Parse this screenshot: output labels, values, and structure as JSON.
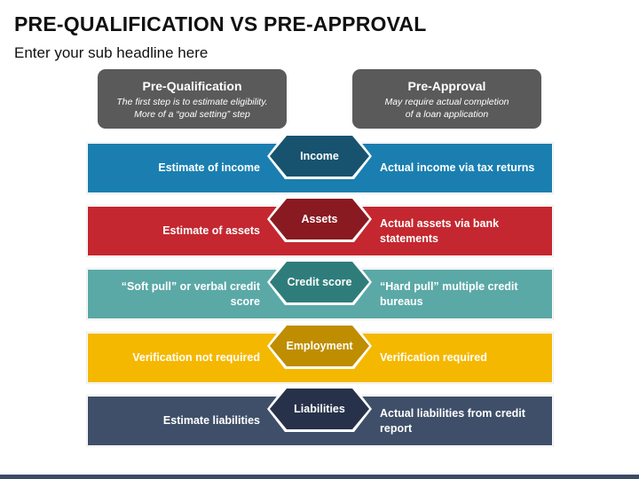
{
  "title": "PRE-QUALIFICATION VS PRE-APPROVAL",
  "subtitle": "Enter your sub headline here",
  "headers": {
    "left": {
      "title": "Pre-Qualification",
      "desc_line1": "The first step is to estimate eligibility.",
      "desc_line2": "More of a “goal setting” step"
    },
    "right": {
      "title": "Pre-Approval",
      "desc_line1": "May require actual completion",
      "desc_line2": "of a loan application"
    }
  },
  "rows": [
    {
      "label": "Income",
      "left": "Estimate of income",
      "right": "Actual income via tax returns",
      "color": "#1a7fb0",
      "hex_color": "#17536f"
    },
    {
      "label": "Assets",
      "left": "Estimate of assets",
      "right": "Actual assets via bank statements",
      "color": "#c4272f",
      "hex_color": "#8a1a21"
    },
    {
      "label": "Credit score",
      "left": "“Soft pull” or verbal credit score",
      "right": "“Hard pull” multiple credit bureaus",
      "color": "#5aa9a7",
      "hex_color": "#2f7d7b"
    },
    {
      "label": "Employment",
      "left": "Verification not required",
      "right": "Verification required",
      "color": "#f5b800",
      "hex_color": "#bf8d00"
    },
    {
      "label": "Liabilities",
      "left": "Estimate liabilities",
      "right": "Actual liabilities from credit report",
      "color": "#3f4f69",
      "hex_color": "#27324a"
    }
  ],
  "colors": {
    "header_box": "#5a5a5a",
    "footer_bar": "#3b4b63"
  }
}
